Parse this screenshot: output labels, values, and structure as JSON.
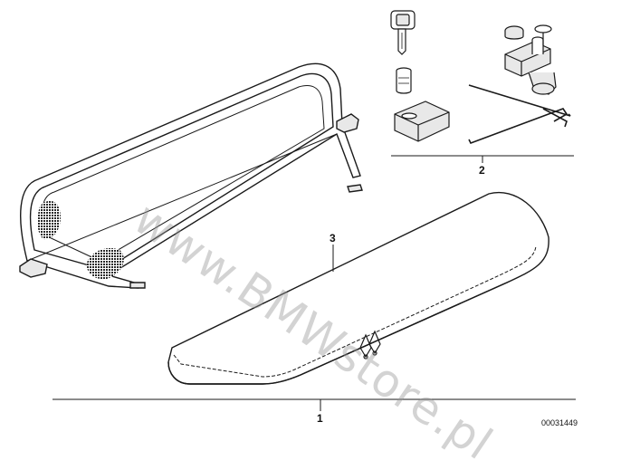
{
  "callouts": {
    "part1": "1",
    "part2": "2",
    "part3": "3"
  },
  "doc_number": "00031449",
  "watermark": "www.BMWstore.pl",
  "colors": {
    "line": "#1a1a1a",
    "mesh": "#3a3a3a",
    "part": "#e8e8e8",
    "watermark": "#969696"
  }
}
